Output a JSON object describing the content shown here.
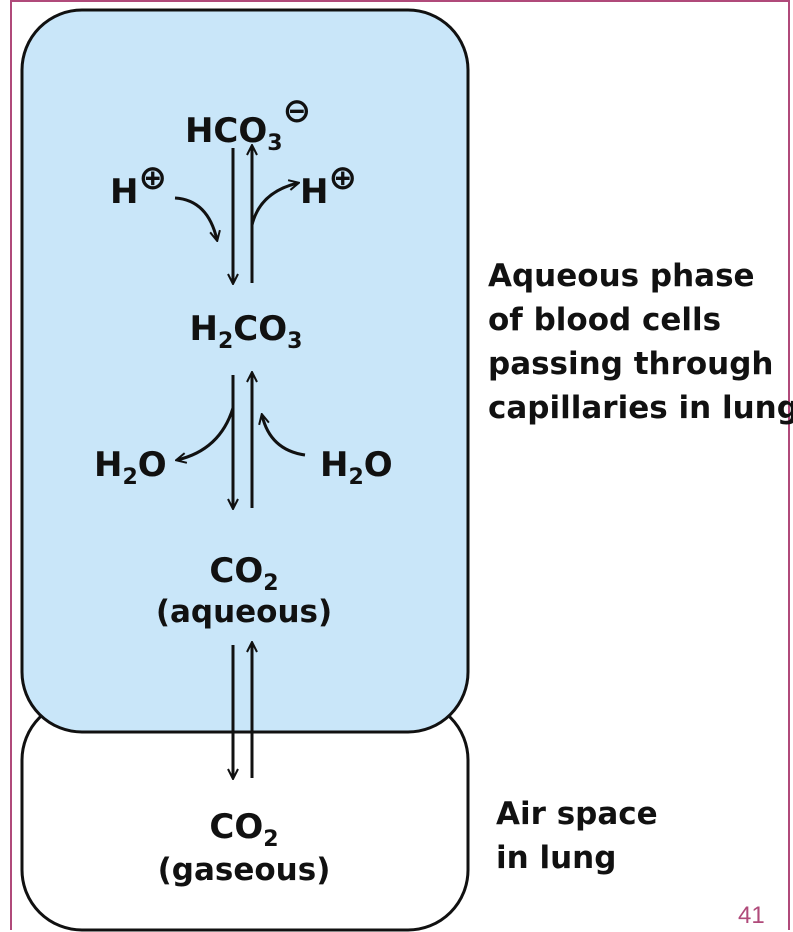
{
  "colors": {
    "blood_fill": "#c9e6f9",
    "frame": "#b04a7a",
    "ink": "#111111",
    "page_number": "#b04a7a"
  },
  "species": {
    "bicarbonate": {
      "base": "HCO",
      "sub": "3",
      "charge": "⊖"
    },
    "carbonic_acid": {
      "h": "H",
      "h_sub": "2",
      "co": "CO",
      "co_sub": "3"
    },
    "proton_left": {
      "base": "H",
      "charge": "⊕"
    },
    "proton_right": {
      "base": "H",
      "charge": "⊕"
    },
    "water_left": {
      "base": "H",
      "sub": "2",
      "tail": "O"
    },
    "water_right": {
      "base": "H",
      "sub": "2",
      "tail": "O"
    },
    "co2_aqueous": {
      "base": "CO",
      "sub": "2",
      "state": "(aqueous)"
    },
    "co2_gaseous": {
      "base": "CO",
      "sub": "2",
      "state": "(gaseous)"
    }
  },
  "captions": {
    "blood": [
      "Aqueous phase",
      "of blood cells",
      "passing through",
      "capillaries in lung"
    ],
    "air": [
      "Air space",
      "in lung"
    ]
  },
  "page_number": "41"
}
